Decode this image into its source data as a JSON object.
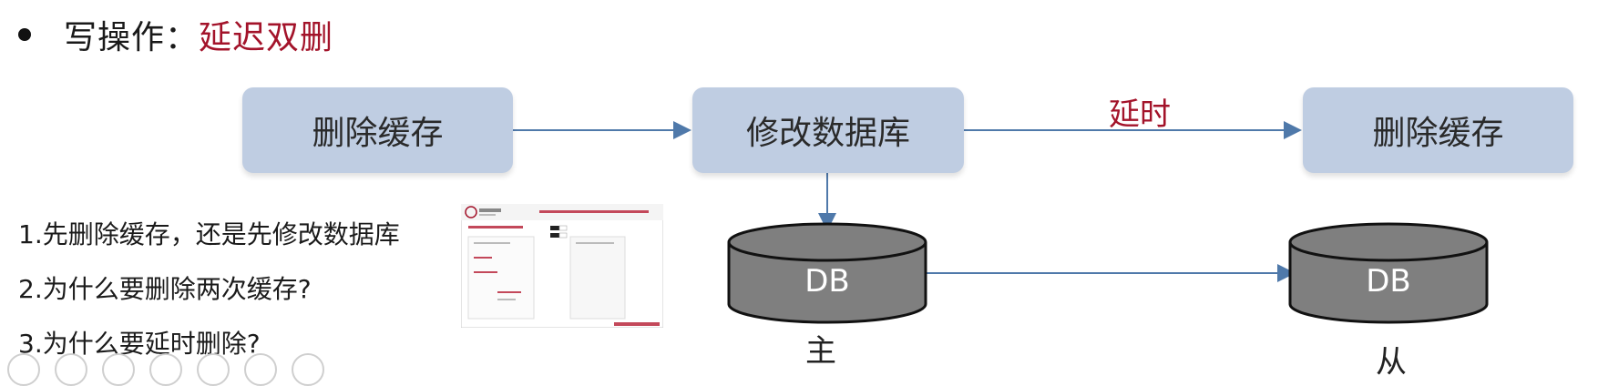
{
  "heading": {
    "prefix": "写操作：",
    "accent": "延迟双删"
  },
  "boxes": {
    "delete_cache_1": "删除缓存",
    "update_db": "修改数据库",
    "delete_cache_2": "删除缓存"
  },
  "delay_label": "延时",
  "db": {
    "master_text": "DB",
    "slave_text": "DB",
    "master_label": "主",
    "slave_label": "从"
  },
  "questions": [
    "1.先删除缓存，还是先修改数据库",
    "2.为什么要删除两次缓存?",
    "3.为什么要延时删除?"
  ],
  "colors": {
    "accent": "#a3132a",
    "box_fill": "#bfcde2",
    "arrow": "#4f79aa",
    "db_fill": "#7f7f7f"
  },
  "toolbar_icons": [
    "pen-icon",
    "brush-icon",
    "document-icon",
    "search-icon",
    "screen-icon",
    "draw-icon",
    "more-icon"
  ]
}
